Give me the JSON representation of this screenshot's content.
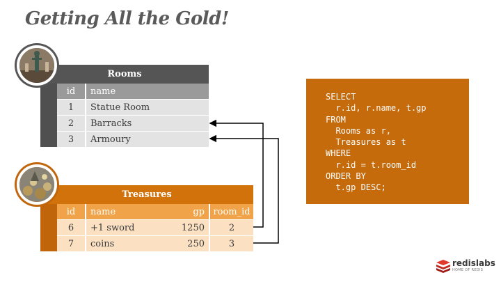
{
  "slide": {
    "title": "Getting All the Gold!"
  },
  "rooms": {
    "title": "Rooms",
    "columns": [
      "id",
      "name"
    ],
    "rows": [
      {
        "id": "1",
        "name": "Statue Room"
      },
      {
        "id": "2",
        "name": "Barracks"
      },
      {
        "id": "3",
        "name": "Armoury"
      }
    ]
  },
  "treasures": {
    "title": "Treasures",
    "columns": [
      "id",
      "name",
      "gp",
      "room_id"
    ],
    "rows": [
      {
        "id": "6",
        "name": "+1 sword",
        "gp": "1250",
        "room_id": "2"
      },
      {
        "id": "7",
        "name": "coins",
        "gp": "250",
        "room_id": "3"
      }
    ]
  },
  "sql": {
    "code": "SELECT\n  r.id, r.name, t.gp\nFROM\n  Rooms as r,\n  Treasures as t\nWHERE\n  r.id = t.room_id\nORDER BY\n  t.gp DESC;"
  },
  "logo": {
    "brand": "redislabs",
    "tagline": "HOME OF REDIS"
  },
  "colors": {
    "accent": "#c66b0c",
    "rooms_header": "#555555",
    "treasures_header": "#d2720a"
  },
  "icons": {
    "rooms_avatar": "statue-photo-icon",
    "treasures_avatar": "treasure-photo-icon"
  }
}
